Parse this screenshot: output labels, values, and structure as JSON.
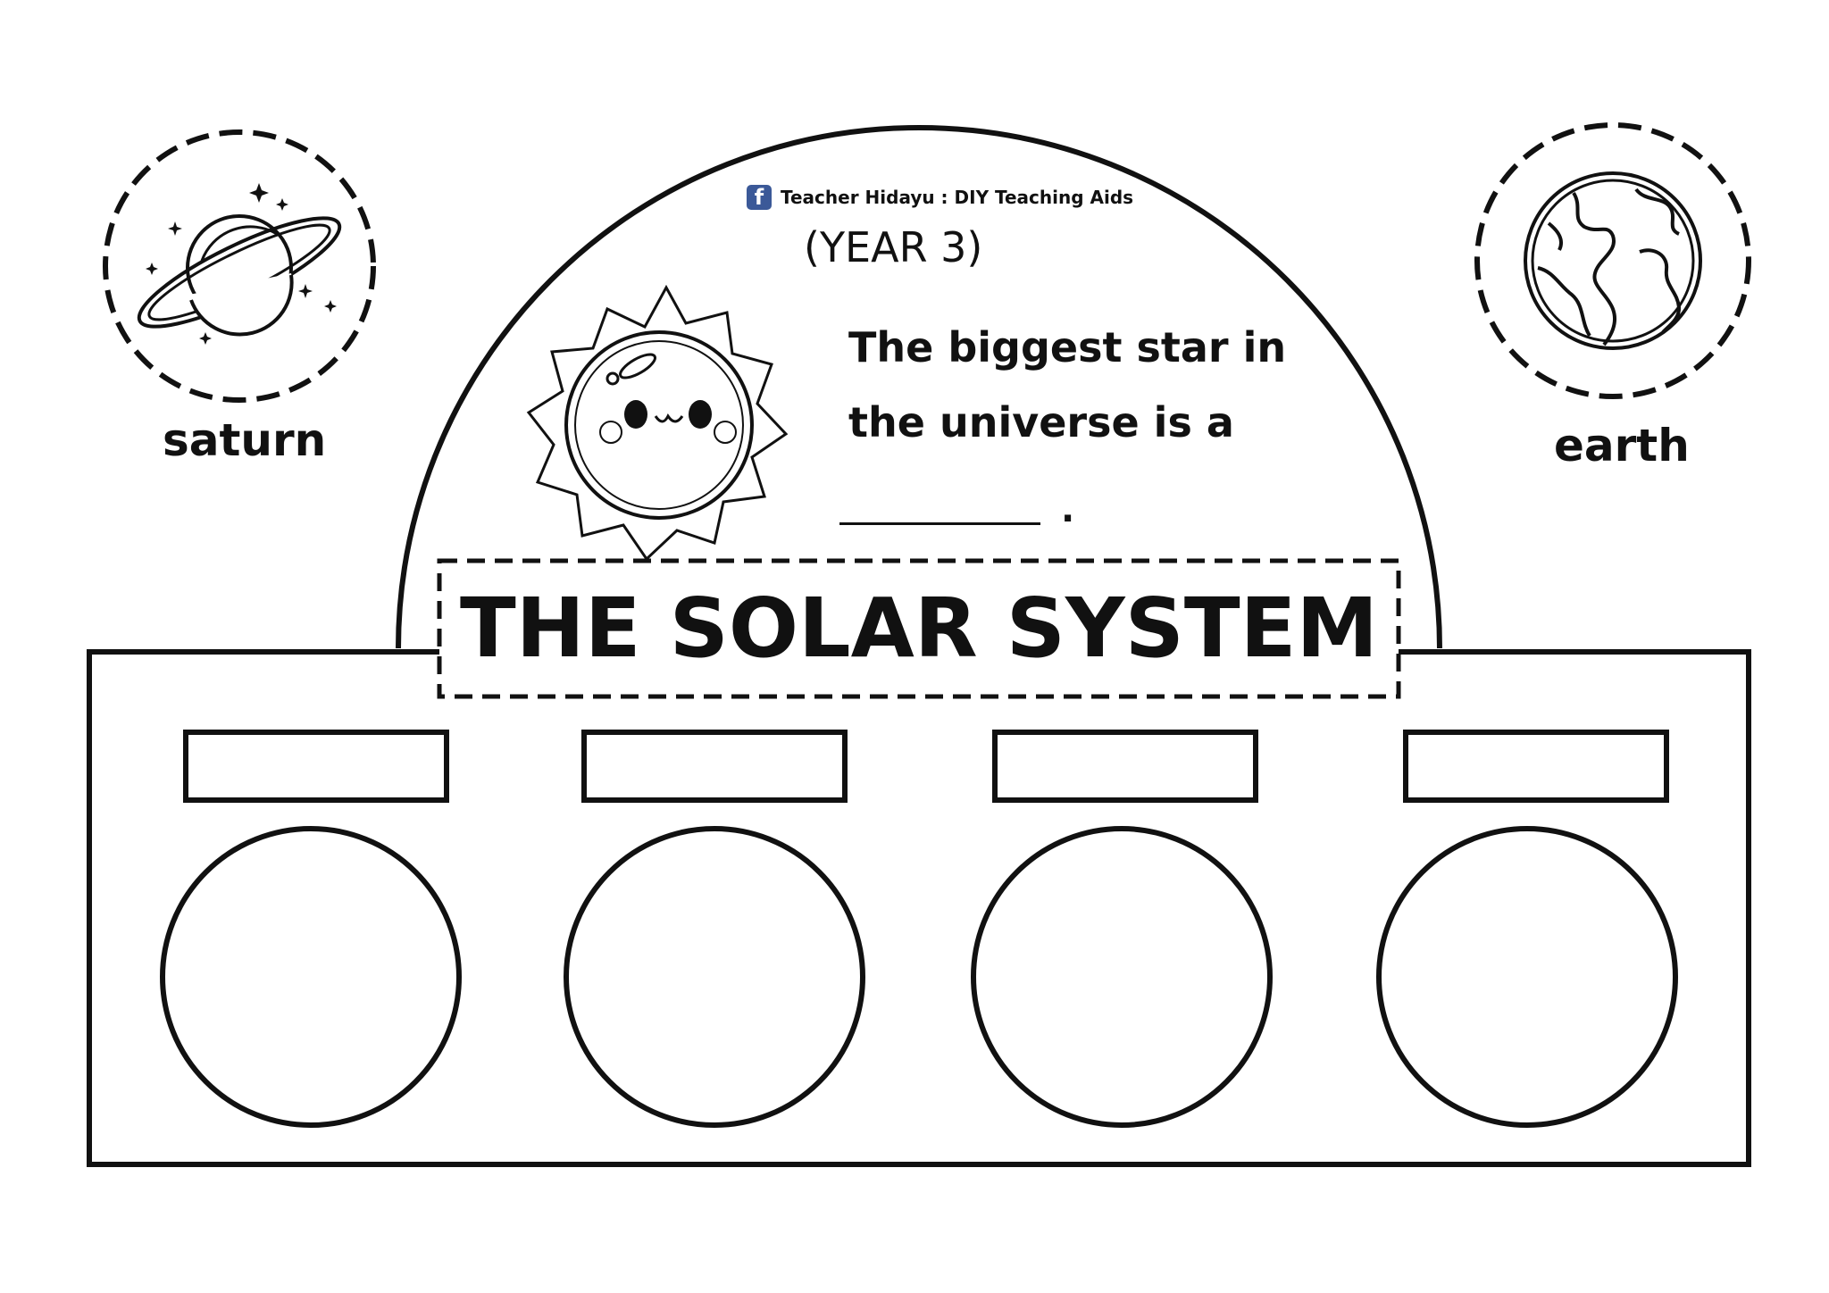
{
  "worksheet": {
    "credit": "Teacher Hidayu : DIY Teaching Aids",
    "grade": "(YEAR 3)",
    "question_line1": "The biggest star in",
    "question_line2": "the universe is a",
    "question_end": ".",
    "title": "THE SOLAR SYSTEM"
  },
  "planets": {
    "left_label": "saturn",
    "right_label": "earth"
  },
  "icons": {
    "facebook": "facebook-icon",
    "sun": "sun-icon",
    "saturn": "saturn-icon",
    "earth": "earth-icon"
  },
  "colors": {
    "ink": "#111111",
    "paper": "#ffffff",
    "facebook": "#3b5998"
  }
}
